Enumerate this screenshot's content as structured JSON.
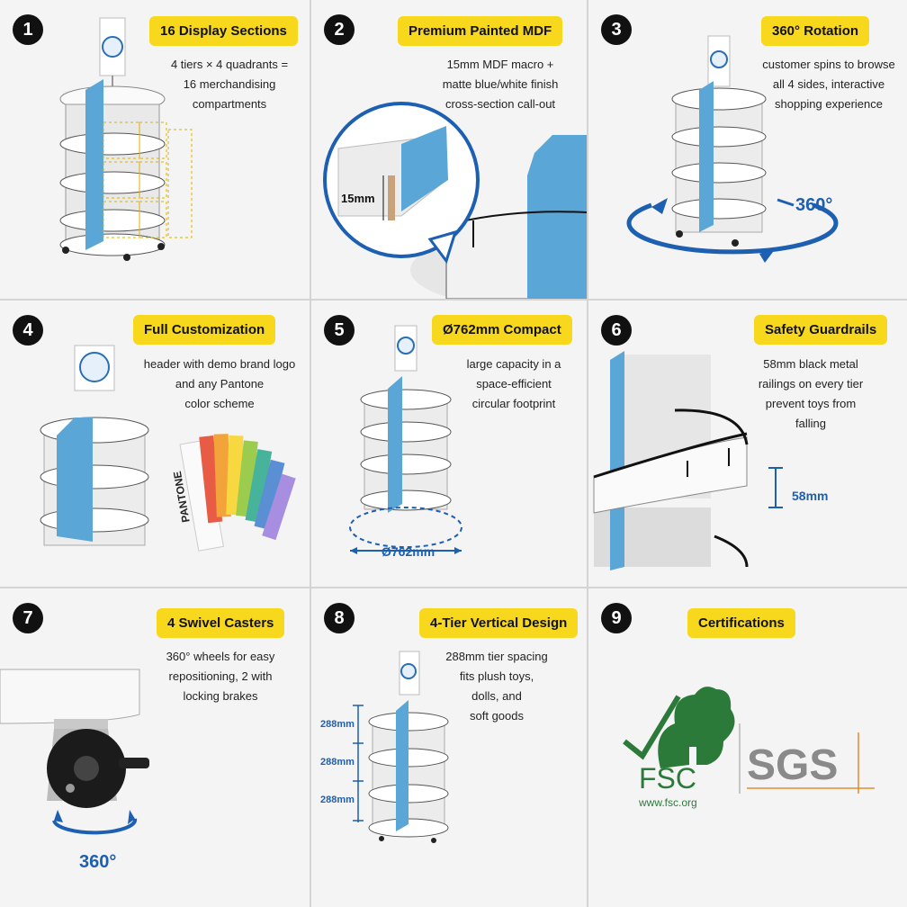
{
  "panels": [
    {
      "number": "1",
      "title": "16 Display Sections",
      "lines": [
        "4 tiers × 4 quadrants =",
        "16 merchandising",
        "compartments"
      ]
    },
    {
      "number": "2",
      "title": "Premium Painted MDF",
      "lines": [
        "15mm MDF macro +",
        "matte blue/white finish",
        "cross-section call-out"
      ],
      "callout": "15mm"
    },
    {
      "number": "3",
      "title": "360° Rotation",
      "lines": [
        "customer spins to browse",
        "all 4 sides, interactive",
        "shopping experience"
      ],
      "callout": "360°"
    },
    {
      "number": "4",
      "title": "Full Customization",
      "lines": [
        "header with demo brand logo",
        "and any Pantone",
        "color scheme"
      ],
      "swatch_label": "PANTONE"
    },
    {
      "number": "5",
      "title": "Ø762mm Compact",
      "lines": [
        "large capacity in a",
        "space-efficient",
        "circular footprint"
      ],
      "callout": "Ø762mm"
    },
    {
      "number": "6",
      "title": "Safety Guardrails",
      "lines": [
        "58mm black metal",
        "railings on every tier",
        "prevent toys from",
        "falling"
      ],
      "callout": "58mm"
    },
    {
      "number": "7",
      "title": "4 Swivel Casters",
      "lines": [
        "360° wheels for easy",
        "repositioning, 2 with",
        "locking brakes"
      ],
      "callout": "360°"
    },
    {
      "number": "8",
      "title": "4-Tier Vertical Design",
      "lines": [
        "288mm tier spacing",
        "fits plush toys,",
        "dolls, and",
        "soft goods"
      ],
      "spacing_labels": [
        "288mm",
        "288mm",
        "288mm"
      ]
    },
    {
      "number": "9",
      "title": "Certifications",
      "lines": [],
      "fsc_label": "FSC",
      "fsc_url": "www.fsc.org",
      "sgs_label": "SGS"
    }
  ],
  "colors": {
    "accent": "#f7d81d",
    "blue": "#1d5fb0",
    "panel_blue": "#5aa6d6",
    "fsc_green": "#2b7a3a",
    "sgs_gray": "#8a8a8a"
  }
}
